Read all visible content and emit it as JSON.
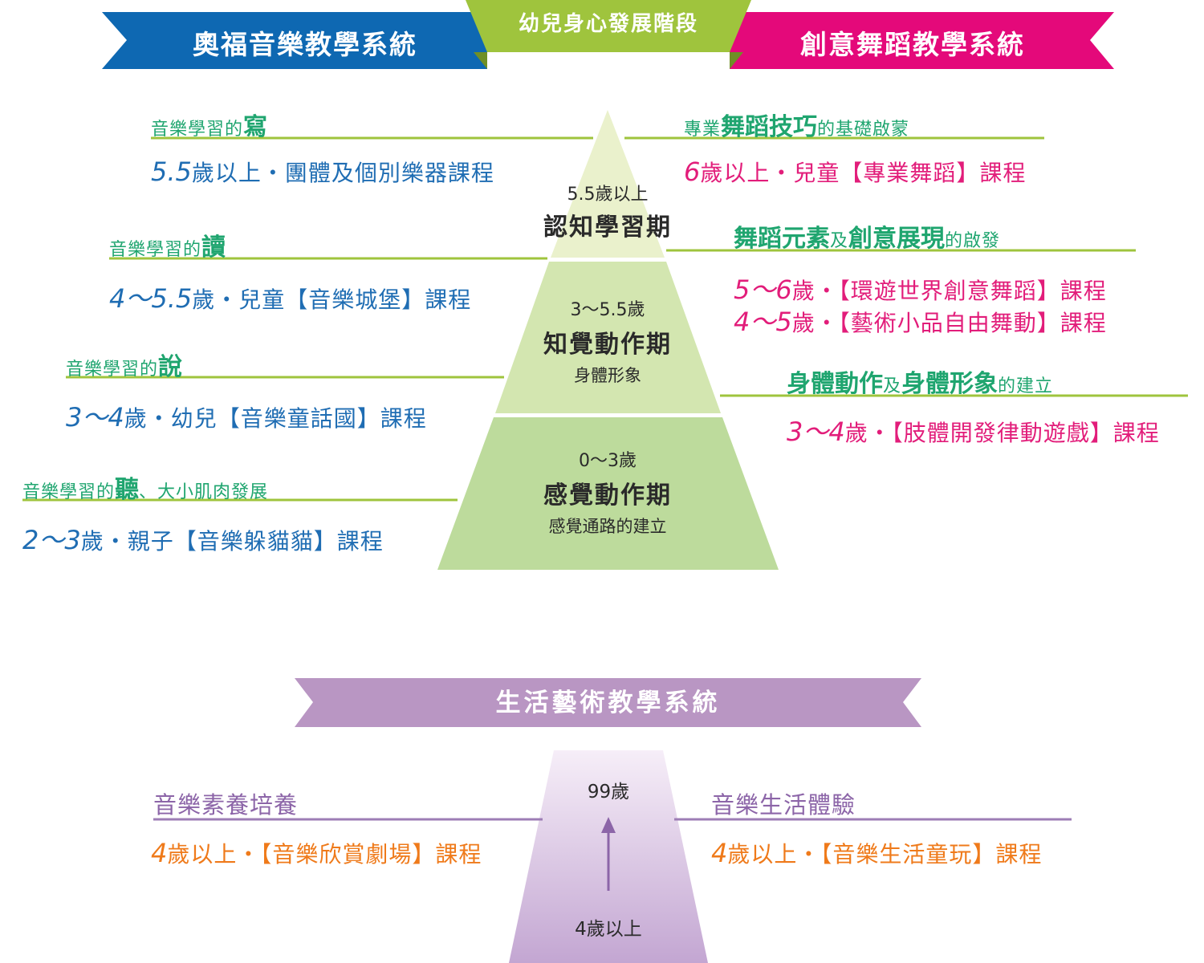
{
  "banners": {
    "center": "幼兒身心發展階段",
    "left": "奧福音樂教學系統",
    "right": "創意舞蹈教學系統",
    "bottom": "生活藝術教學系統"
  },
  "colors": {
    "blue": "#0e68b2",
    "green": "#9fc43d",
    "pink": "#e4097a",
    "purple": "#b996c3",
    "pyramid_top": "#eaf1cc",
    "pyramid_mid": "#d3e6b0",
    "pyramid_bottom": "#bddb9c",
    "text_green": "#1fa56f",
    "text_blue": "#1f6db3",
    "text_pink": "#e21d7a",
    "text_purple": "#8c65a8",
    "text_orange": "#ef7a1a"
  },
  "pyramid": {
    "top": {
      "age": "5.5歲以上",
      "name": "認知學習期"
    },
    "middle": {
      "age": "3～5.5歲",
      "name": "知覺動作期",
      "sub": "身體形象"
    },
    "bottom": {
      "age": "0～3歲",
      "name": "感覺動作期",
      "sub": "感覺通路的建立"
    }
  },
  "left": [
    {
      "h_pre": "音樂學習的",
      "h_em": "寫",
      "h_post": "",
      "c_age": "5.5",
      "c_text": "歲以上・團體及個別樂器課程"
    },
    {
      "h_pre": "音樂學習的",
      "h_em": "讀",
      "h_post": "",
      "c_age": "4～5.5",
      "c_text": "歲・兒童【音樂城堡】課程"
    },
    {
      "h_pre": "音樂學習的",
      "h_em": "說",
      "h_post": "",
      "c_age": "3～4",
      "c_text": "歲・幼兒【音樂童話國】課程"
    },
    {
      "h_pre": "音樂學習的",
      "h_em": "聽",
      "h_post": "、大小肌肉發展",
      "c_age": "2～3",
      "c_text": "歲・親子【音樂躲貓貓】課程"
    }
  ],
  "right": [
    {
      "h_pre": "專業",
      "h_em": "舞蹈技巧",
      "h_post": "的基礎啟蒙",
      "courses": [
        {
          "age": "6",
          "text": "歲以上・兒童【專業舞蹈】課程"
        }
      ]
    },
    {
      "h_em1": "舞蹈元素",
      "h_mid": "及",
      "h_em2": "創意展現",
      "h_post": "的啟發",
      "courses": [
        {
          "age": "5～6",
          "text": "歲・【環遊世界創意舞蹈】課程"
        },
        {
          "age": "4～5",
          "text": "歲・【藝術小品自由舞動】課程"
        }
      ]
    },
    {
      "h_em1": "身體動作",
      "h_mid": "及",
      "h_em2": "身體形象",
      "h_post": "的建立",
      "courses": [
        {
          "age": "3～4",
          "text": "歲・【肢體開發律動遊戲】課程"
        }
      ]
    }
  ],
  "life": {
    "left_heading": "音樂素養培養",
    "left_course_age": "4",
    "left_course_text": "歲以上・【音樂欣賞劇場】課程",
    "right_heading": "音樂生活體驗",
    "right_course_age": "4",
    "right_course_text": "歲以上・【音樂生活童玩】課程",
    "trapezoid_top": "99歲",
    "trapezoid_bottom": "4歲以上"
  }
}
